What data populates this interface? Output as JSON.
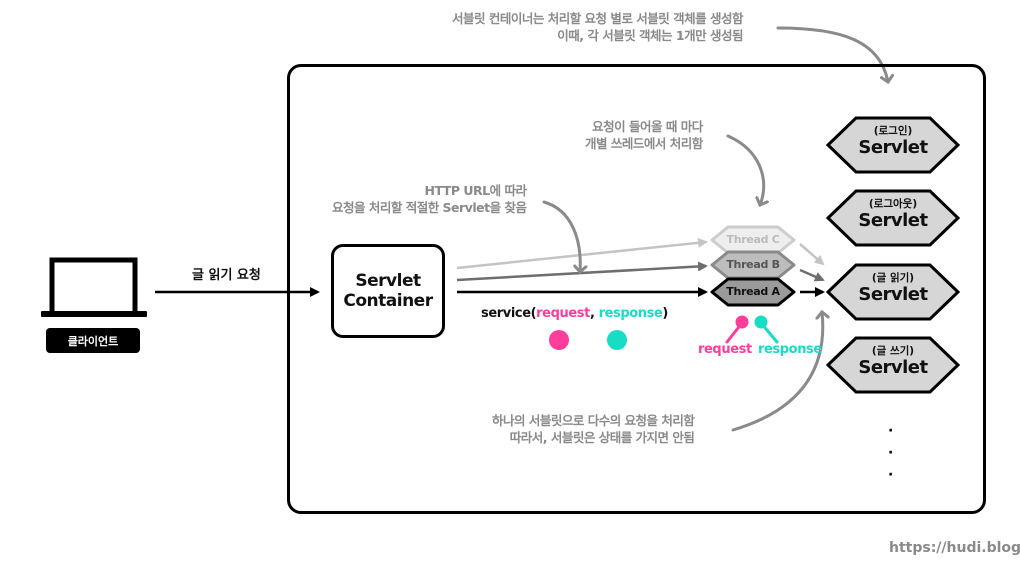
{
  "notes": {
    "servlet_instances": [
      "서블릿 컨테이너는 처리할 요청 별로 서블릿 객체를 생성함",
      "이때, 각 서블릿 객체는 1개만 생성됨"
    ],
    "thread_per_request": [
      "요청이 들어올 때 마다",
      "개별 쓰레드에서 처리함"
    ],
    "url_mapping": [
      "HTTP URL에 따라",
      "요청을 처리할 적절한 Servlet을 찾음"
    ],
    "stateless": [
      "하나의 서블릿으로 다수의 요청을 처리함",
      "따라서, 서블릿은 상태를 가지면 안됨"
    ]
  },
  "client": {
    "label": "클라이언트",
    "request_label": "글 읽기 요청"
  },
  "servlet_container": {
    "line1": "Servlet",
    "line2": "Container"
  },
  "service_call": {
    "prefix": "service(",
    "request": "request",
    "separator": ", ",
    "response": "response",
    "suffix": ")"
  },
  "threads": [
    {
      "label": "Thread C",
      "fill": "#eeeeee",
      "stroke": "#cccccc",
      "text": "#bbbbbb"
    },
    {
      "label": "Thread B",
      "fill": "#bdbdbd",
      "stroke": "#8a8a8a",
      "text": "#555555"
    },
    {
      "label": "Thread A",
      "fill": "#9a9a9a",
      "stroke": "#000000",
      "text": "#111111"
    }
  ],
  "thread_objects": {
    "request": "request",
    "response": "response"
  },
  "servlets": [
    {
      "sub": "(로그인)",
      "main": "Servlet"
    },
    {
      "sub": "(로그아웃)",
      "main": "Servlet"
    },
    {
      "sub": "(글 읽기)",
      "main": "Servlet"
    },
    {
      "sub": "(글 쓰기)",
      "main": "Servlet"
    }
  ],
  "ellipsis": [
    "·",
    "·",
    "·"
  ],
  "colors": {
    "request": "#ff3d9a",
    "response": "#19dcc4",
    "note_gray": "#8a8a8a",
    "servlet_fill": "#d6d6d6"
  },
  "watermark": "https://hudi.blog"
}
